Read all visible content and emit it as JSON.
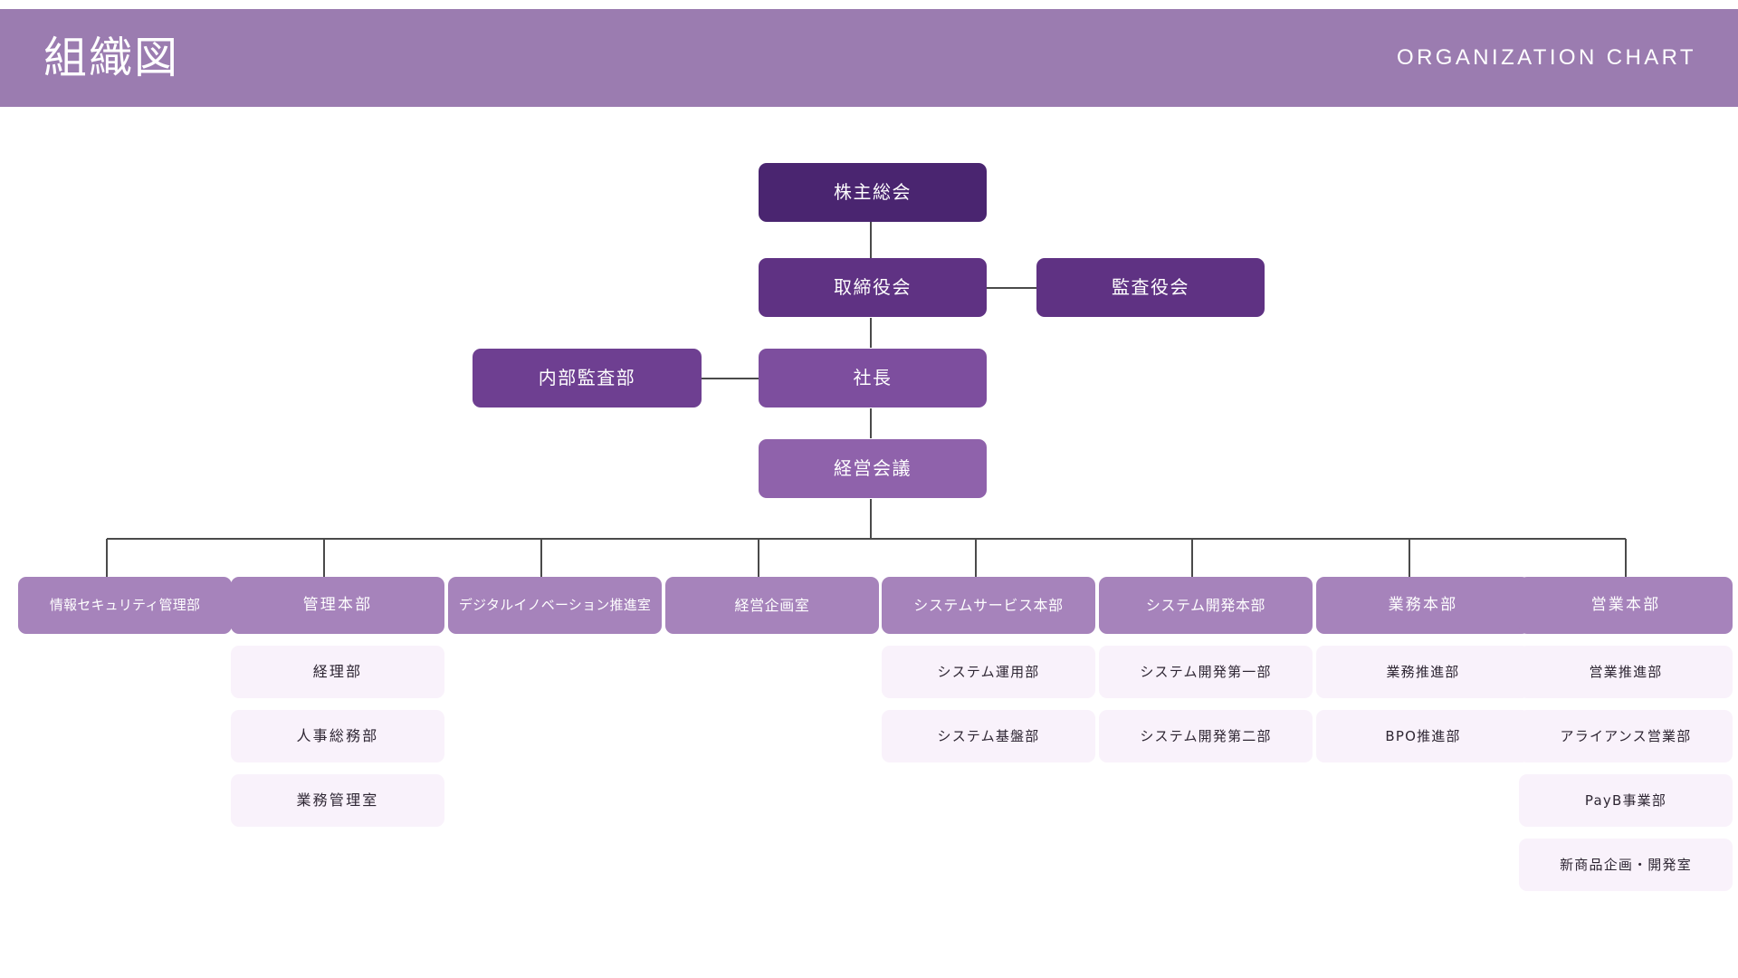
{
  "header": {
    "title": "組織図",
    "subtitle": "ORGANIZATION CHART",
    "background_color": "#9b7cb0",
    "text_color": "#ffffff"
  },
  "palette": {
    "tier0": "#4a2570",
    "tier1": "#5f3283",
    "tier2": "#6e3f91",
    "tier3": "#7d4e9e",
    "tier4": "#8f62ab",
    "division": "#a683bb",
    "subdept": "#f9f2fb",
    "connector": "#4a4a4a",
    "page_background": "#ffffff"
  },
  "chart_data": {
    "type": "diagram",
    "title": "組織図",
    "subtitle": "ORGANIZATION CHART",
    "orientation": "top-down",
    "executive_nodes": [
      {
        "id": "shareholders",
        "label": "株主総会",
        "tier": 0
      },
      {
        "id": "board",
        "label": "取締役会",
        "tier": 1
      },
      {
        "id": "auditors",
        "label": "監査役会",
        "tier": 1
      },
      {
        "id": "internal_audit",
        "label": "内部監査部",
        "tier": 2
      },
      {
        "id": "president",
        "label": "社長",
        "tier": 3
      },
      {
        "id": "management_meeting",
        "label": "経営会議",
        "tier": 4
      }
    ],
    "edges": [
      {
        "from": "shareholders",
        "to": "board"
      },
      {
        "from": "board",
        "to": "auditors"
      },
      {
        "from": "board",
        "to": "president"
      },
      {
        "from": "president",
        "to": "internal_audit"
      },
      {
        "from": "president",
        "to": "management_meeting"
      },
      {
        "from": "management_meeting",
        "to": "divisions-bus"
      }
    ],
    "divisions": [
      {
        "label": "情報セキュリティ管理部",
        "children": []
      },
      {
        "label": "管理本部",
        "children": [
          "経理部",
          "人事総務部",
          "業務管理室"
        ]
      },
      {
        "label": "デジタルイノベーション推進室",
        "children": []
      },
      {
        "label": "経営企画室",
        "children": []
      },
      {
        "label": "システムサービス本部",
        "children": [
          "システム運用部",
          "システム基盤部"
        ]
      },
      {
        "label": "システム開発本部",
        "children": [
          "システム開発第一部",
          "システム開発第二部"
        ]
      },
      {
        "label": "業務本部",
        "children": [
          "業務推進部",
          "BPO推進部"
        ]
      },
      {
        "label": "営業本部",
        "children": [
          "営業推進部",
          "アライアンス営業部",
          "PayB事業部",
          "新商品企画・開発室"
        ]
      }
    ]
  },
  "nodes": {
    "shareholders": "株主総会",
    "board": "取締役会",
    "auditors": "監査役会",
    "internal_audit": "内部監査部",
    "president": "社長",
    "management_meeting": "経営会議",
    "div0": "情報セキュリティ管理部",
    "div1": "管理本部",
    "div2": "デジタルイノベーション推進室",
    "div3": "経営企画室",
    "div4": "システムサービス本部",
    "div5": "システム開発本部",
    "div6": "業務本部",
    "div7": "営業本部",
    "sub_keiri": "経理部",
    "sub_jinji": "人事総務部",
    "sub_gyomukanri": "業務管理室",
    "sub_unyou": "システム運用部",
    "sub_kiban": "システム基盤部",
    "sub_kaihatsu1": "システム開発第一部",
    "sub_kaihatsu2": "システム開発第二部",
    "sub_gyomusuishin": "業務推進部",
    "sub_bpo": "BPO推進部",
    "sub_eigyousuishin": "営業推進部",
    "sub_alliance": "アライアンス営業部",
    "sub_payb": "PayB事業部",
    "sub_shinshohin": "新商品企画・開発室"
  }
}
